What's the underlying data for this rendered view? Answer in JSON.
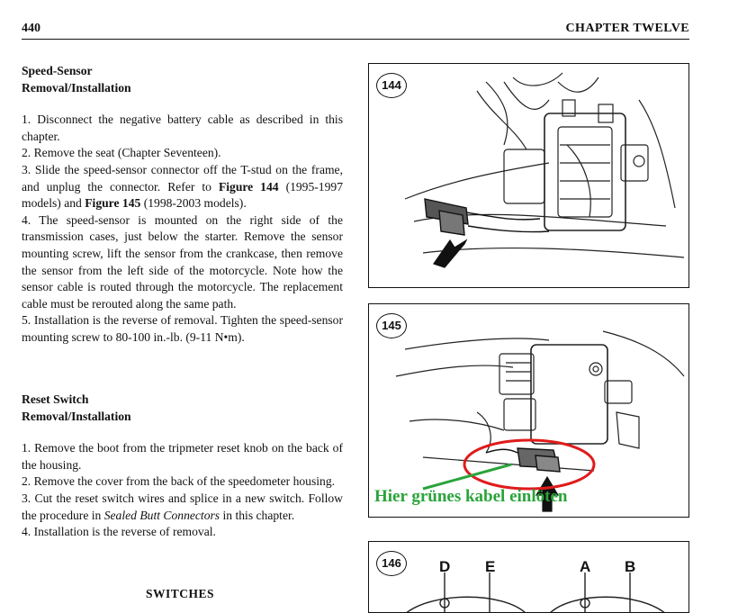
{
  "header": {
    "page_number": "440",
    "chapter": "CHAPTER TWELVE"
  },
  "speed_sensor": {
    "heading_line1": "Speed-Sensor",
    "heading_line2": "Removal/Installation",
    "step1": "1. Disconnect the negative battery cable as described in this chapter.",
    "step2": "2. Remove the seat (Chapter Seventeen).",
    "step3_pre": "3. Slide the speed-sensor connector off the T-stud on the frame, and unplug the connector. Refer to ",
    "step3_fig1": "Figure 144",
    "step3_mid": " (1995-1997 models) and ",
    "step3_fig2": "Figure 145",
    "step3_post": " (1998-2003 models).",
    "step4": "4. The speed-sensor is mounted on the right side of the transmission cases, just below the starter. Remove the sensor mounting screw, lift the sensor from the crankcase, then remove the sensor from the left side of the motorcycle. Note how the sensor cable is routed through the motorcycle. The replacement cable must be rerouted along the same path.",
    "step5": "5. Installation is the reverse of removal. Tighten the speed-sensor mounting screw to 80-100 in.-lb. (9-11 N•m)."
  },
  "reset_switch": {
    "heading_line1": "Reset Switch",
    "heading_line2": "Removal/Installation",
    "step1": "1. Remove the boot from the tripmeter reset knob on the back of the housing.",
    "step2": "2. Remove the cover from the back of the speedometer housing.",
    "step3_pre": "3. Cut the reset switch wires and splice in a new switch. Follow the procedure in ",
    "step3_italic": "Sealed Butt Connectors",
    "step3_post": " in this chapter.",
    "step4": "4. Installation is the reverse of removal."
  },
  "switches_heading": "SWITCHES",
  "figures": {
    "fig144": {
      "number": "144"
    },
    "fig145": {
      "number": "145",
      "annotation": "Hier grünes kabel einlöten"
    },
    "fig146": {
      "number": "146",
      "labels": [
        "D",
        "E",
        "A",
        "B"
      ]
    }
  },
  "colors": {
    "annotation_red": "#e01b1b",
    "annotation_green": "#2aa43a"
  }
}
